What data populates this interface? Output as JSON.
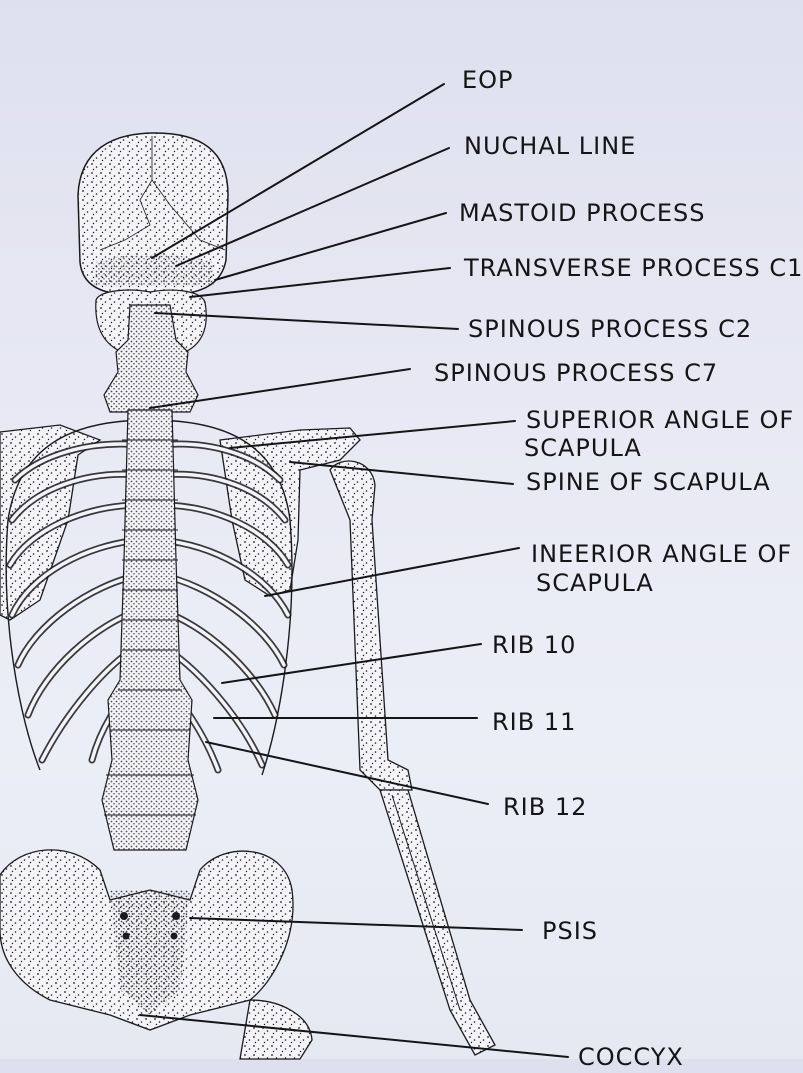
{
  "diagram": {
    "labels": {
      "eop": "EOP",
      "nuchal_line": "NUCHAL LINE",
      "mastoid_process": "MASTOID PROCESS",
      "transverse_process_c1": "TRANSVERSE PROCESS C1",
      "spinous_process_c2": "SPINOUS PROCESS C2",
      "spinous_process_c7": "SPINOUS PROCESS C7",
      "superior_angle_line1": "SUPERIOR ANGLE OF",
      "superior_angle_line2": "SCAPULA",
      "spine_of_scapula": "SPINE OF SCAPULA",
      "inferior_angle_line1": "INEERIOR ANGLE OF",
      "inferior_angle_line2": "SCAPULA",
      "rib_10": "RIB 10",
      "rib_11": "RIB 11",
      "rib_12": "RIB 12",
      "psis": "PSIS",
      "coccyx": "COCCYX"
    },
    "colors": {
      "ink": "#151518",
      "paper": "#e6e8f2",
      "bone": "#f4f4f8"
    }
  }
}
